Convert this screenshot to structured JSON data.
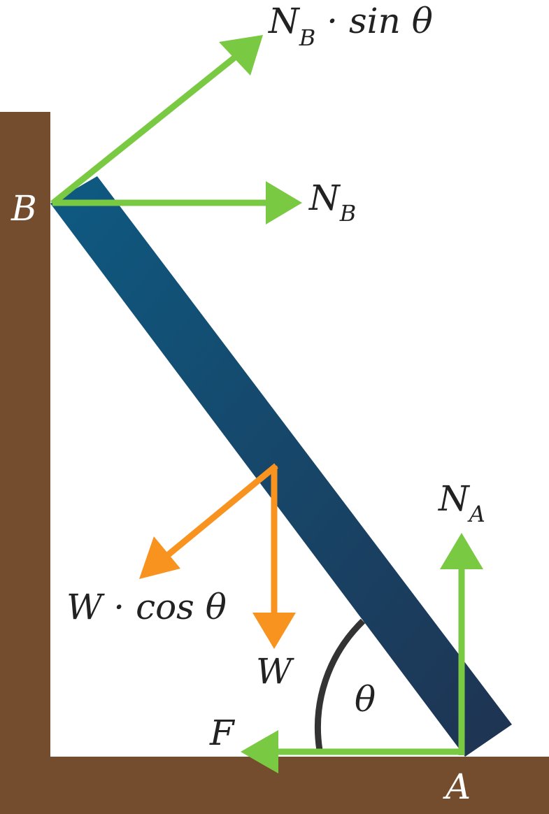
{
  "colors": {
    "ground": "#744c2e",
    "ladder_light": "#0e5a82",
    "ladder_dark": "#1f3351",
    "arrow_green": "#7ac943",
    "arrow_orange": "#f7931e",
    "angle_arc": "#333333",
    "label_dark": "#222222",
    "label_on_ground": "#ffffff"
  },
  "labels": {
    "point_b": "B",
    "point_a": "A",
    "nb_sin_main": "N",
    "nb_sin_sub": "B",
    "nb_sin_rest": " · sin θ",
    "nb_main": "N",
    "nb_sub": "B",
    "na_main": "N",
    "na_sub": "A",
    "w_cos": "W · cos θ",
    "w": "W",
    "f": "F",
    "theta": "θ"
  }
}
